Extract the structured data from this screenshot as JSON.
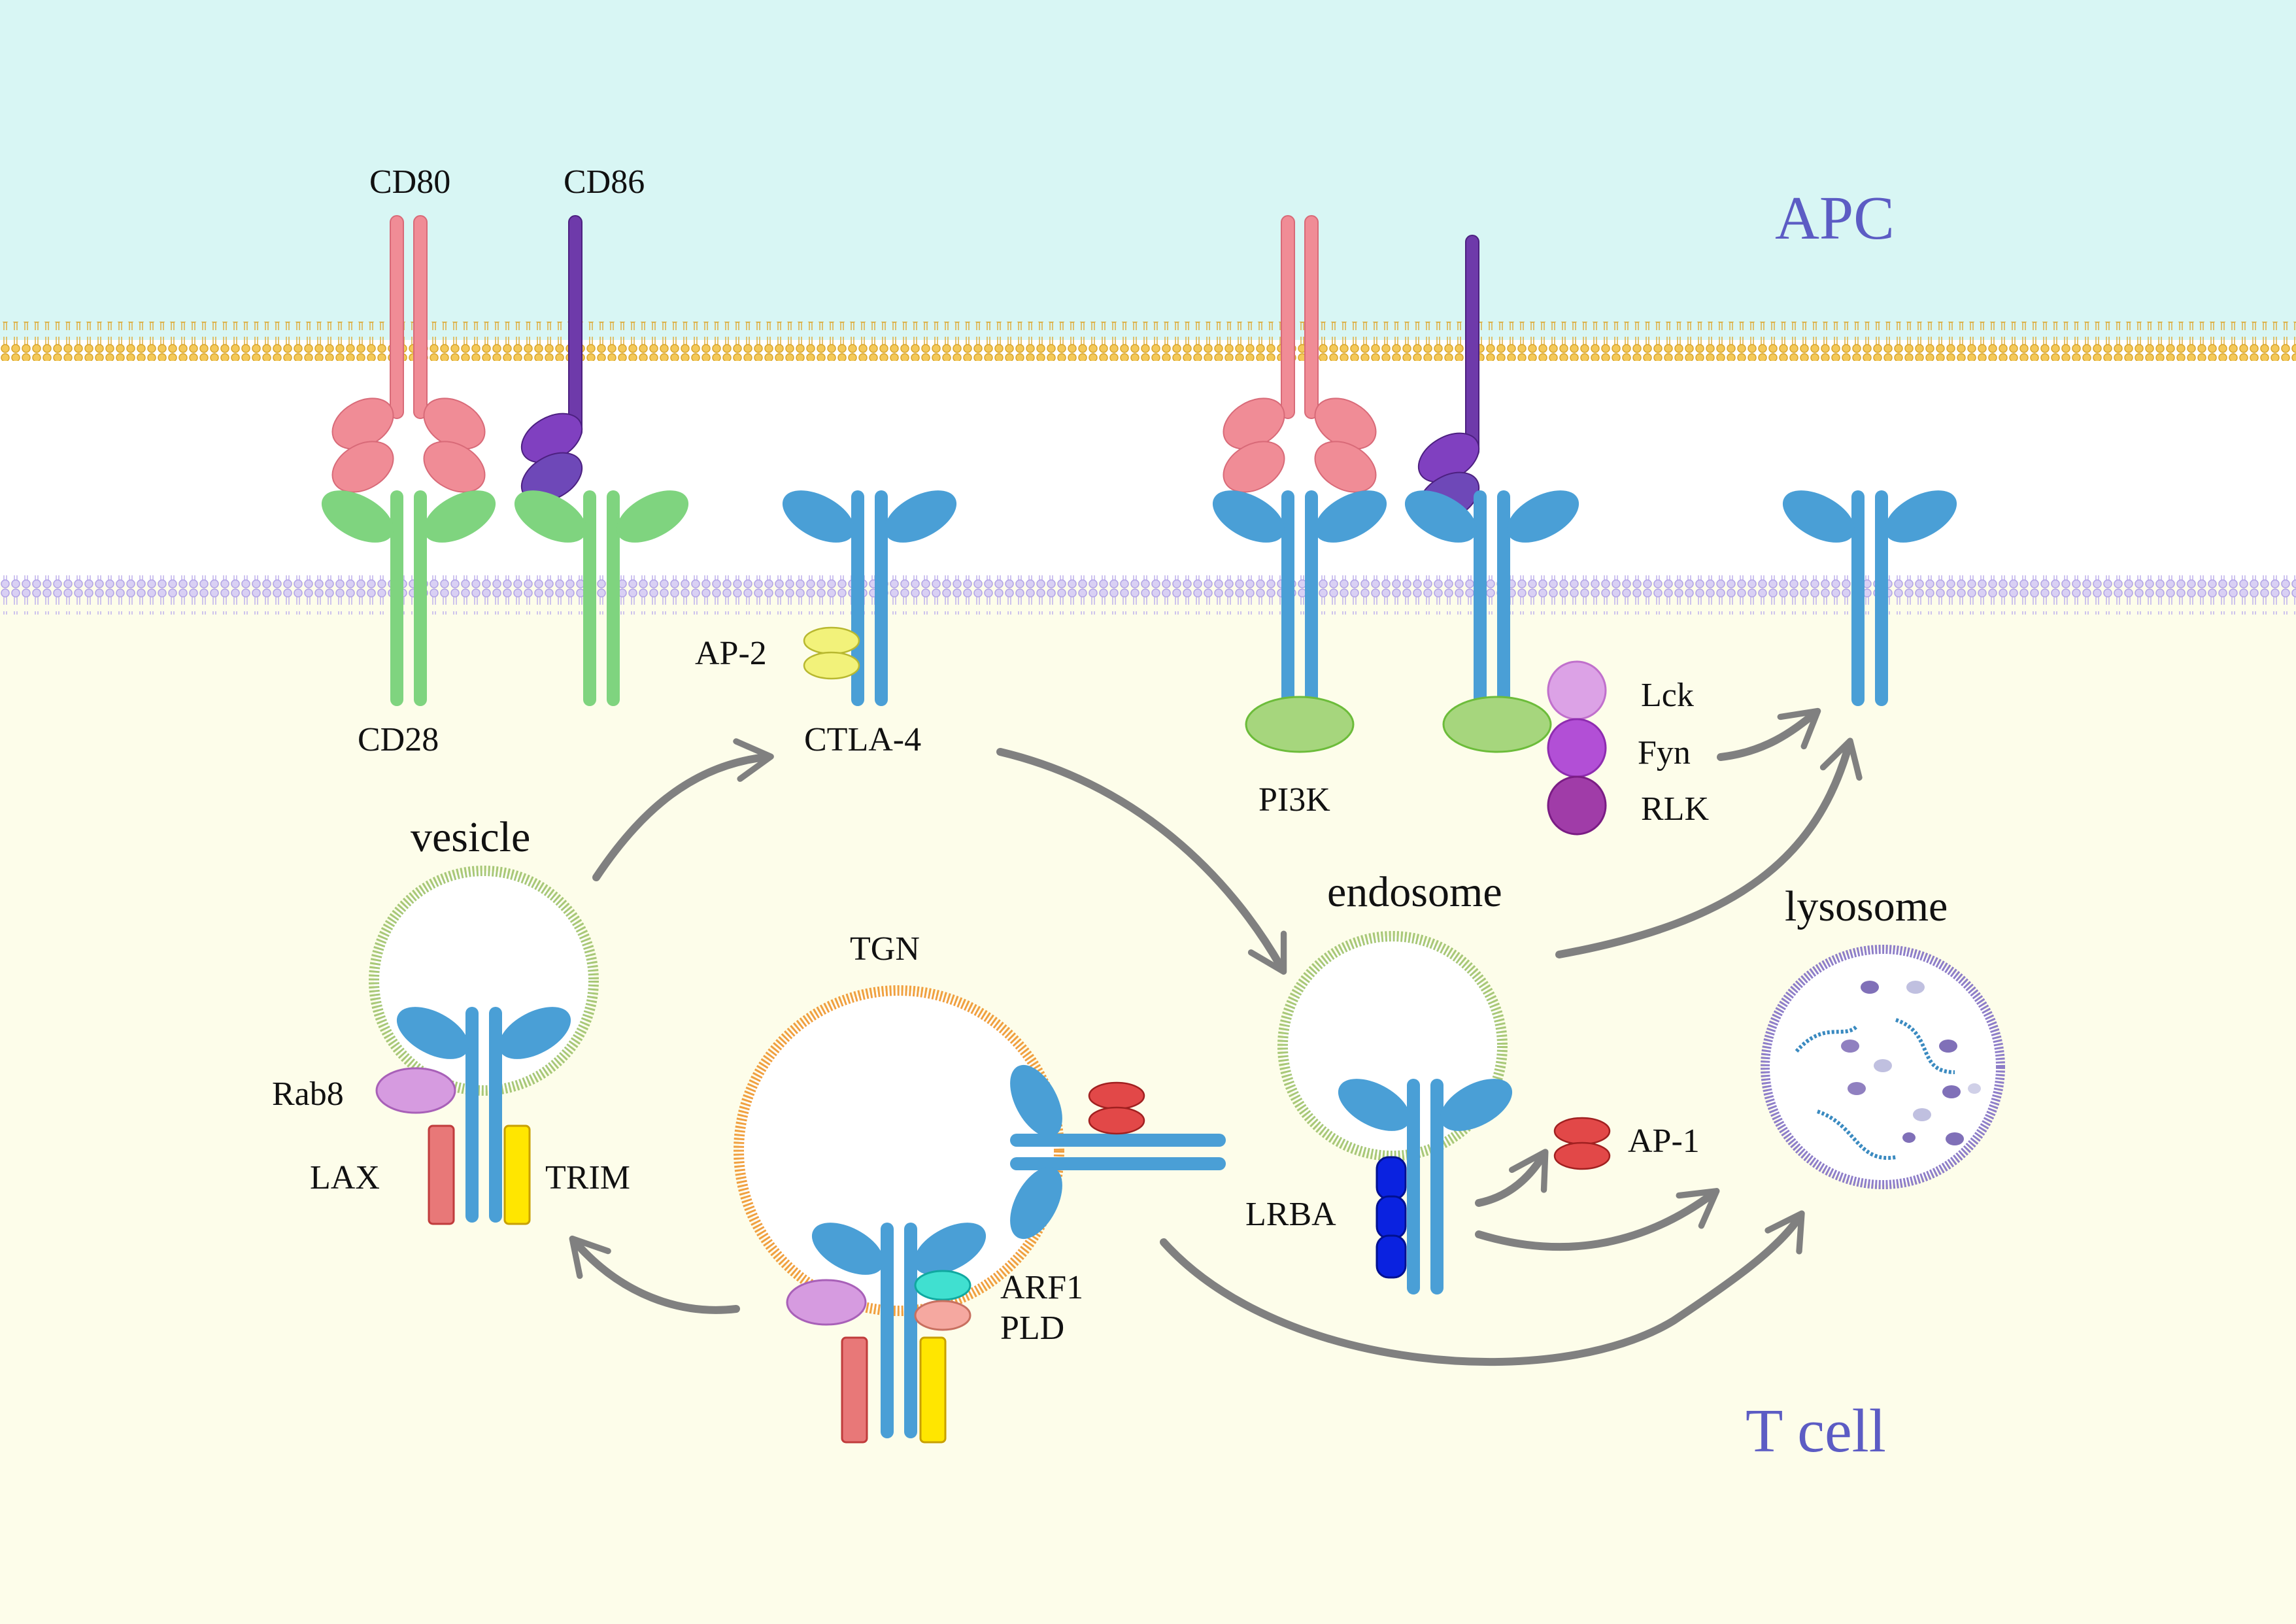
{
  "labels": {
    "cd80": "CD80",
    "cd86": "CD86",
    "apc": "APC",
    "cd28": "CD28",
    "ap2": "AP-2",
    "ctla4": "CTLA-4",
    "pi3k": "PI3K",
    "lck": "Lck",
    "fyn": "Fyn",
    "rlk": "RLK",
    "vesicle": "vesicle",
    "endosome": "endosome",
    "lysosome": "lysosome",
    "tgn": "TGN",
    "rab8": "Rab8",
    "lax": "LAX",
    "trim": "TRIM",
    "lrba": "LRBA",
    "ap1": "AP-1",
    "arf1": "ARF1",
    "pld": "PLD",
    "tcell": "T cell"
  },
  "colors": {
    "apc_background": "#d8f6f4",
    "tcell_background": "#fdfdea",
    "cell_label": "#5c5cc4",
    "cd80": "#f08c96",
    "cd86": "#6e3aaa",
    "cd28": "#7fd47f",
    "ctla4": "#4a9fd6",
    "ap2": "#f2f27a",
    "pi3k": "#a6d67d",
    "lck": "#dca2e6",
    "fyn": "#b24fd6",
    "rlk": "#a03ca8",
    "rab8": "#d69be0",
    "lax": "#e87878",
    "trim": "#ffe600",
    "arf1": "#40e0d0",
    "pld": "#f5a8a0",
    "lrba": "#0a22e0",
    "ap1": "#e24848",
    "arrow": "#808080"
  }
}
